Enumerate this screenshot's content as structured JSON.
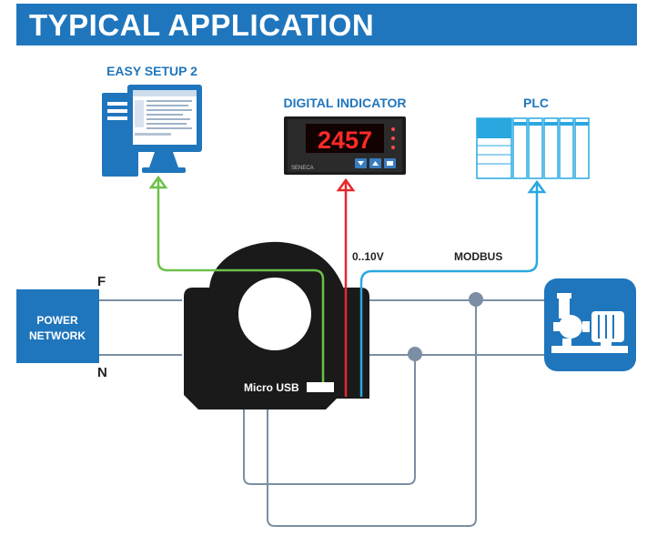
{
  "colors": {
    "brand_blue": "#1f76bd",
    "sensor_black": "#1a1a1a",
    "wire_gray": "#7b8ea3",
    "green_wire": "#6dc04a",
    "red_wire": "#e62828",
    "cyan_wire": "#29a8e0",
    "lcd_red": "#ff2a2a"
  },
  "header": {
    "title": "TYPICAL APPLICATION"
  },
  "devices": {
    "pc": {
      "label": "EASY SETUP 2",
      "icon": "desktop-computer-icon"
    },
    "indicator": {
      "label": "DIGITAL INDICATOR",
      "display_value": "2457",
      "brand": "SENECA",
      "icon": "digital-indicator-icon"
    },
    "plc": {
      "label": "PLC",
      "icon": "plc-icon"
    }
  },
  "connections": {
    "analog_label": "0..10V",
    "modbus_label": "MODBUS",
    "usb_label": "Micro USB"
  },
  "power": {
    "network_line1": "POWER",
    "network_line2": "NETWORK",
    "phase_label": "F",
    "neutral_label": "N"
  },
  "load": {
    "icon": "pump-motor-icon"
  }
}
